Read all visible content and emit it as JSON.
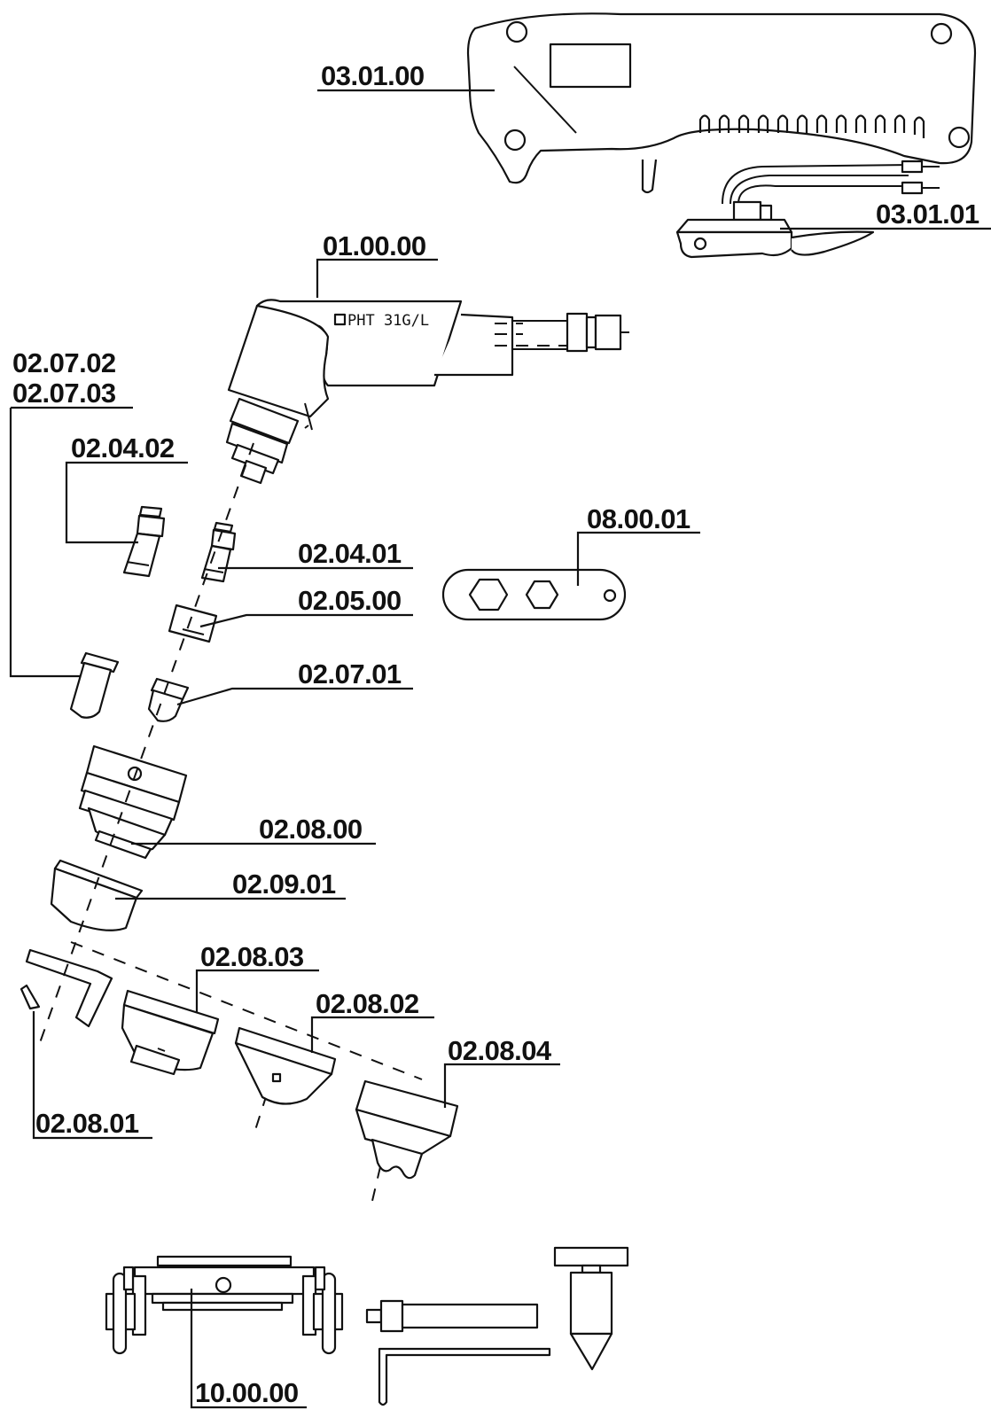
{
  "labels": {
    "handle": "03.01.00",
    "trigger": "03.01.01",
    "torch_head": "01.00.00",
    "electrode_long": "02.07.02",
    "electrode_long_alt": "02.07.03",
    "electrode_holder": "02.04.02",
    "electrode": "02.04.01",
    "diffuser": "02.05.00",
    "nozzle": "02.07.01",
    "wrench": "08.00.01",
    "shield_holder": "02.08.00",
    "shield_cup": "02.09.01",
    "spacer_wire": "02.08.01",
    "spacer_cup_a": "02.08.03",
    "spacer_cup_b": "02.08.02",
    "spacer_cup_c": "02.08.04",
    "trolley": "10.00.00"
  },
  "torch_marking": "PHT 31G/L",
  "colors": {
    "ink": "#111111",
    "paper": "#ffffff"
  }
}
